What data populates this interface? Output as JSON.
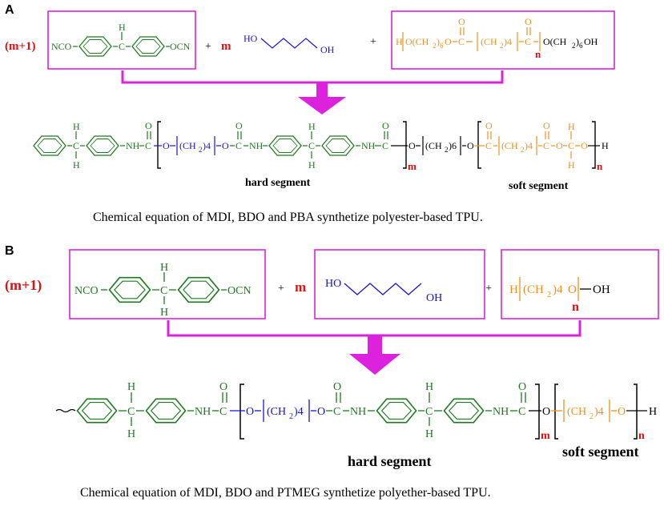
{
  "panels": [
    {
      "label": "A",
      "multiplier": "(m+1)",
      "mdi": {
        "left": "NCO",
        "right": "OCN",
        "h": "H",
        "c": "C"
      },
      "plus1": "+",
      "m": "m",
      "bdo": {
        "ho": "HO",
        "oh": "OH"
      },
      "plus2": "+",
      "soft": {
        "h": "H",
        "left": "O(CH",
        "sub": "2",
        "mid": ")",
        "six": "6",
        "o1": "O",
        "c": "C",
        "ch2": "(CH",
        "two": "2",
        "four": ")4",
        "c2": "C",
        "n": "n",
        "end": "O(CH",
        "end2": ")",
        "end3": "OH",
        "oLabel": "O"
      },
      "product": {
        "nh1": "NH",
        "c1": "C",
        "o1": "O",
        "ch2": "(CH",
        "sub": "2",
        "four": ")4",
        "o2": "O",
        "c2": "C",
        "nh2": "NH",
        "h": "H",
        "c": "C",
        "nh3": "NH",
        "c3": "C",
        "m": "m",
        "o3": "O",
        "ch2b": "(CH",
        "subb": "2",
        "sixb": ")6",
        "o4": "O",
        "c4": "C",
        "ch2c": "(CH",
        "subc": "2",
        "fourc": ")4",
        "c5": "C",
        "o5": "O",
        "c6": "C",
        "o6": "O",
        "end": "H",
        "n": "n",
        "oLabel": "O"
      },
      "hard_label": "hard segment",
      "soft_label": "soft segment",
      "caption": "Chemical equation of MDI, BDO and PBA synthetize polyester-based TPU."
    },
    {
      "label": "B",
      "multiplier": "(m+1)",
      "mdi": {
        "left": "NCO",
        "right": "OCN",
        "h": "H",
        "c": "C"
      },
      "plus1": "+",
      "m": "m",
      "bdo": {
        "ho": "HO",
        "oh": "OH"
      },
      "plus2": "+",
      "soft": {
        "h": "H",
        "ch2": "(CH",
        "sub": "2",
        "four": ")4",
        "o": "O",
        "n": "n",
        "oh": "OH"
      },
      "product": {
        "nh1": "NH",
        "c1": "C",
        "o1": "O",
        "ch2": "(CH",
        "sub": "2",
        "four": ")4",
        "o2": "O",
        "c2": "C",
        "nh2": "NH",
        "h": "H",
        "c": "C",
        "nh3": "NH",
        "c3": "C",
        "m": "m",
        "o3": "O",
        "ch2b": "(CH",
        "subb": "2",
        "fourb": ")4",
        "o4": "O",
        "end": "H",
        "n": "n",
        "oLabel": "O"
      },
      "hard_label": "hard segment",
      "soft_label": "soft segment",
      "caption": "Chemical equation of MDI, BDO and PTMEG synthetize polyether-based TPU."
    }
  ],
  "colors": {
    "green": "#1f7a1f",
    "blue": "#1515d0",
    "orange": "#f0901e",
    "red": "#e01010",
    "magenta": "#dd22dd",
    "black": "#000000"
  }
}
